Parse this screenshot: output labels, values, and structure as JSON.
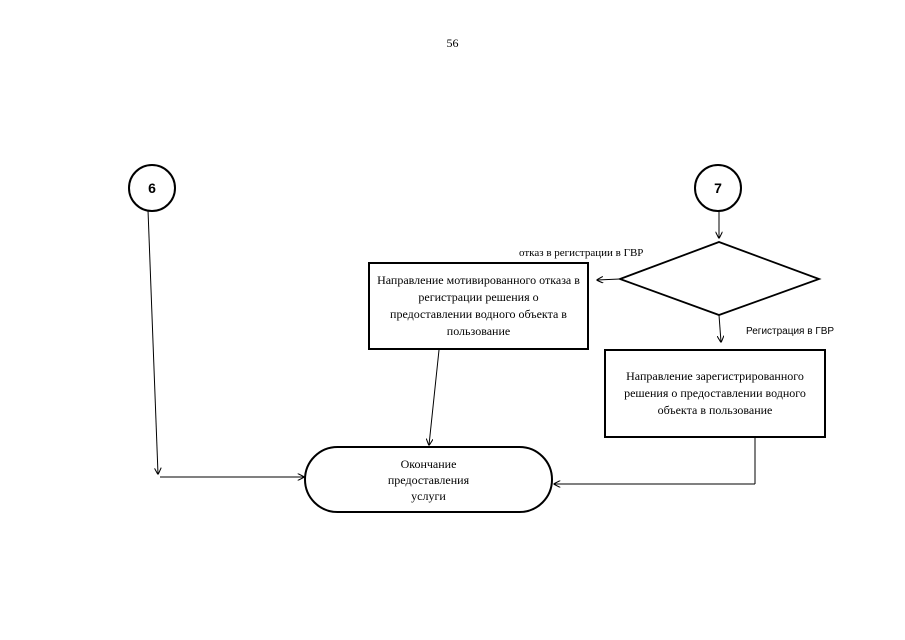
{
  "page_number": "56",
  "connectors": {
    "c6": "6",
    "c7": "7"
  },
  "boxes": {
    "refusal_text": "Направление мотивированного отказа в регистрации решения о предоставлении водного объекта в пользование",
    "registered_text": "Направление зарегистрированного решения о предоставлении водного объекта в пользование"
  },
  "terminal": {
    "text": "Окончание предоставления услуги"
  },
  "branch_labels": {
    "refusal": "отказ в регистрации в ГВР",
    "registered": "Регистрация в ГВР"
  }
}
